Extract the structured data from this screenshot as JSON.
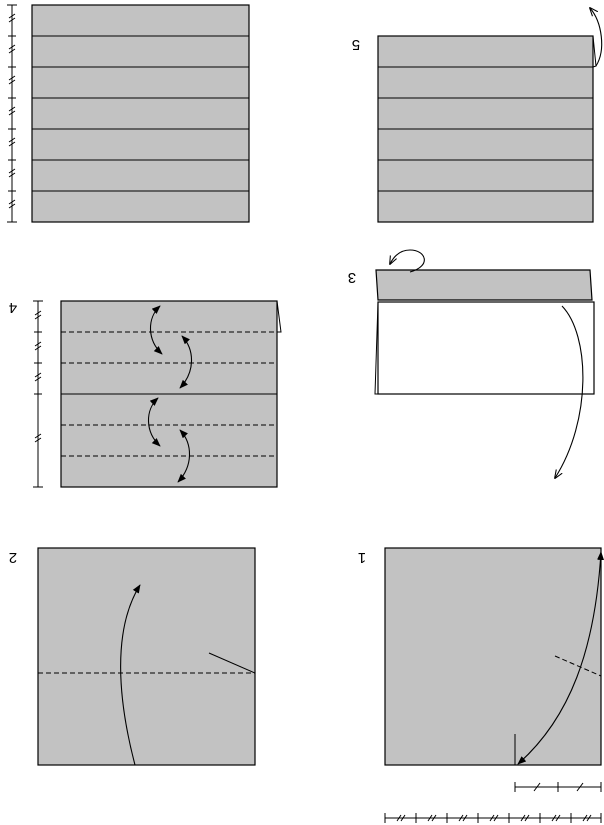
{
  "steps": [
    {
      "number": "1"
    },
    {
      "number": "2"
    },
    {
      "number": "3"
    },
    {
      "number": "4"
    },
    {
      "number": "5"
    }
  ]
}
